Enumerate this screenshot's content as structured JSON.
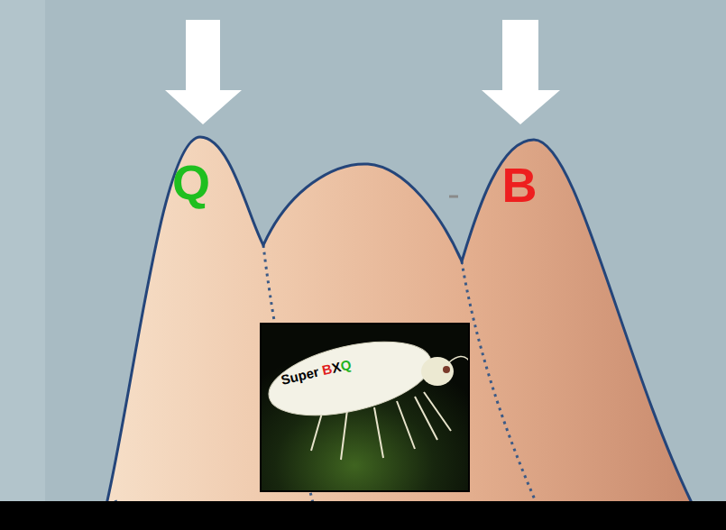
{
  "diagram": {
    "nodes": [
      {
        "text": [
          "Super BXQ"
        ]
      }
    ],
    "labels": [
      "Q",
      "B"
    ]
  }
}
